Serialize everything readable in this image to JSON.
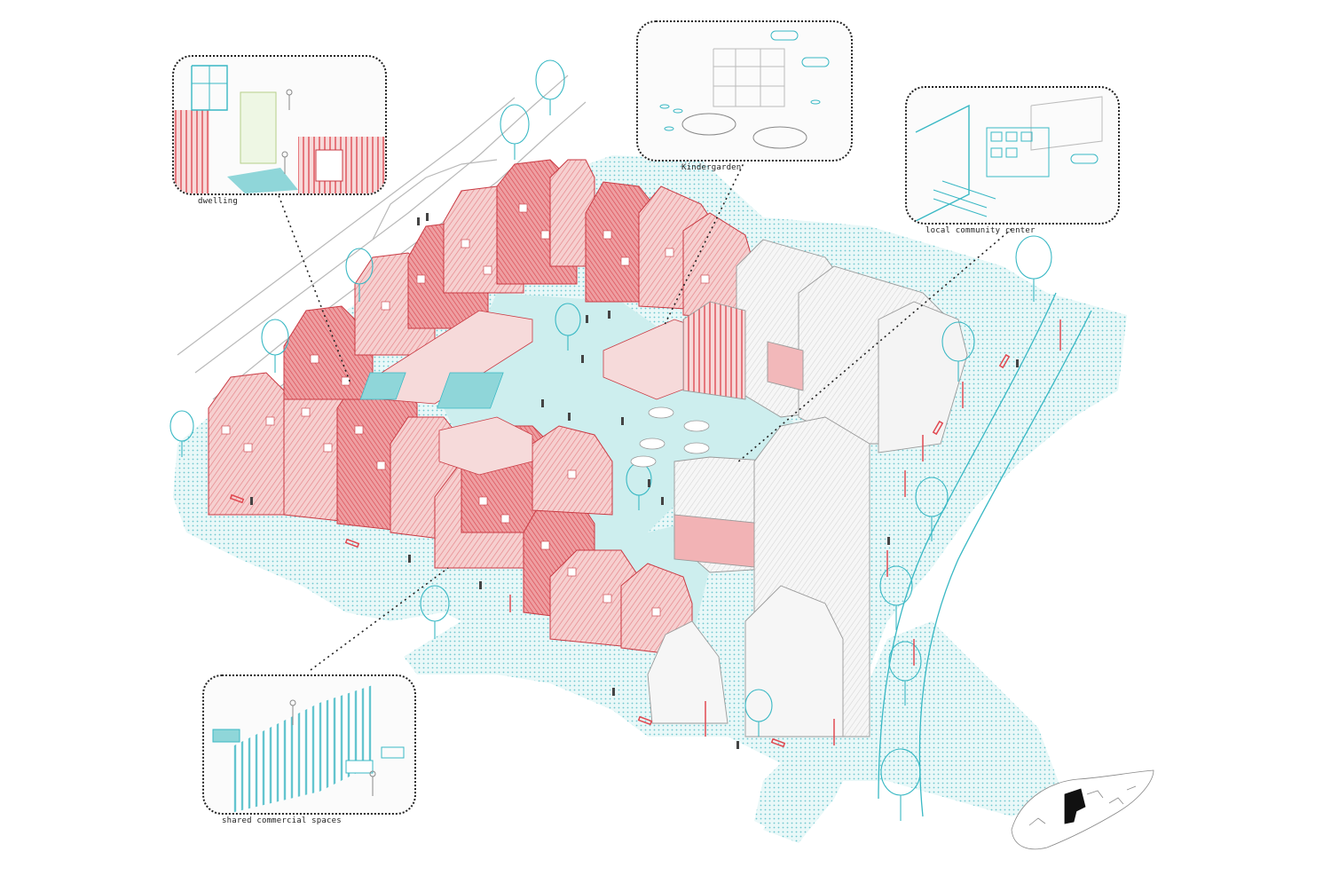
{
  "labels": {
    "dwelling": "dwelling",
    "kindergarden": "Kindergarden",
    "community": "local community center",
    "commercial": "shared commercial spaces"
  },
  "colors": {
    "housing_red": "#e5545c",
    "housing_pink": "#f4c8c8",
    "plaza_teal": "#cdeeee",
    "teal_line": "#39b8c4",
    "neutral_building": "#f3f3f3",
    "line_grey": "#9a9a9a",
    "ink": "#222222"
  },
  "icons": {
    "tree": "tree-icon",
    "person": "person-icon",
    "bench": "bench-icon",
    "umbrella": "umbrella-icon",
    "locator_map": "locator-map-icon"
  }
}
